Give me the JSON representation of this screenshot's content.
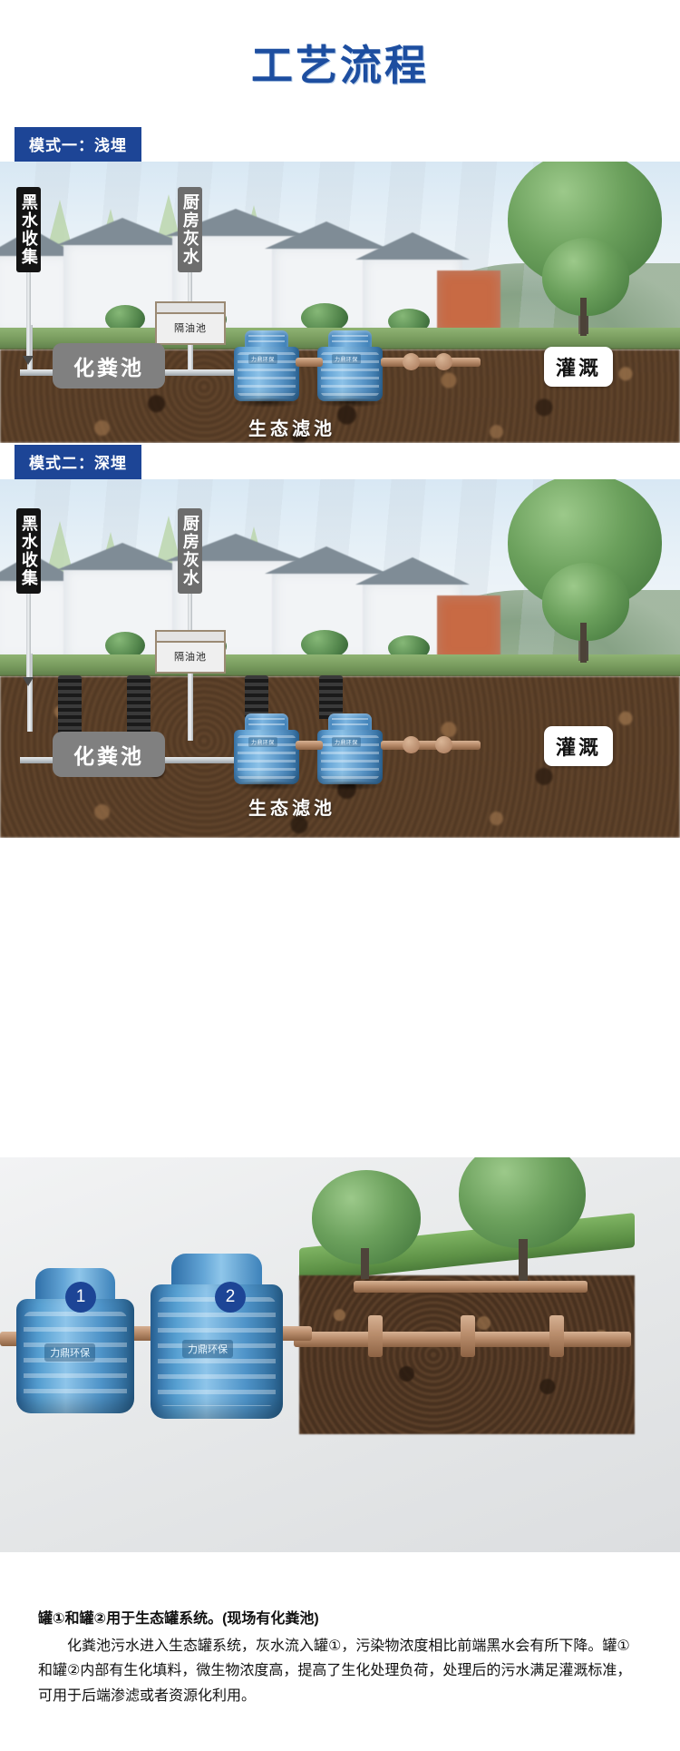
{
  "page": {
    "title": "工艺流程"
  },
  "modes": [
    {
      "badge": "模式一：浅埋",
      "labels": {
        "blackwater": "黑水收集",
        "greywater": "厨房灰水",
        "grease_trap": "隔油池",
        "septic_tank": "化粪池",
        "irrigation": "灌溉",
        "eco_filter": "生态滤池"
      }
    },
    {
      "badge": "模式二：深埋",
      "labels": {
        "blackwater": "黑水收集",
        "greywater": "厨房灰水",
        "grease_trap": "隔油池",
        "septic_tank": "化粪池",
        "irrigation": "灌溉",
        "eco_filter": "生态滤池"
      }
    }
  ],
  "product": {
    "tank_logo": "力鼎环保",
    "badges": [
      "1",
      "2"
    ]
  },
  "footer": {
    "lead": "罐①和罐②用于生态罐系统。(现场有化粪池)",
    "body": "化粪池污水进入生态罐系统，灰水流入罐①，污染物浓度相比前端黑水会有所下降。罐①和罐②内部有生化填料，微生物浓度高，提高了生化处理负荷，处理后的污水满足灌溉标准，可用于后端渗滤或者资源化利用。"
  },
  "colors": {
    "brand_blue": "#1d4596",
    "title_blue": "#1d4ea0",
    "septic_grey": "#808080",
    "tank_blue": "#4f94c8"
  }
}
